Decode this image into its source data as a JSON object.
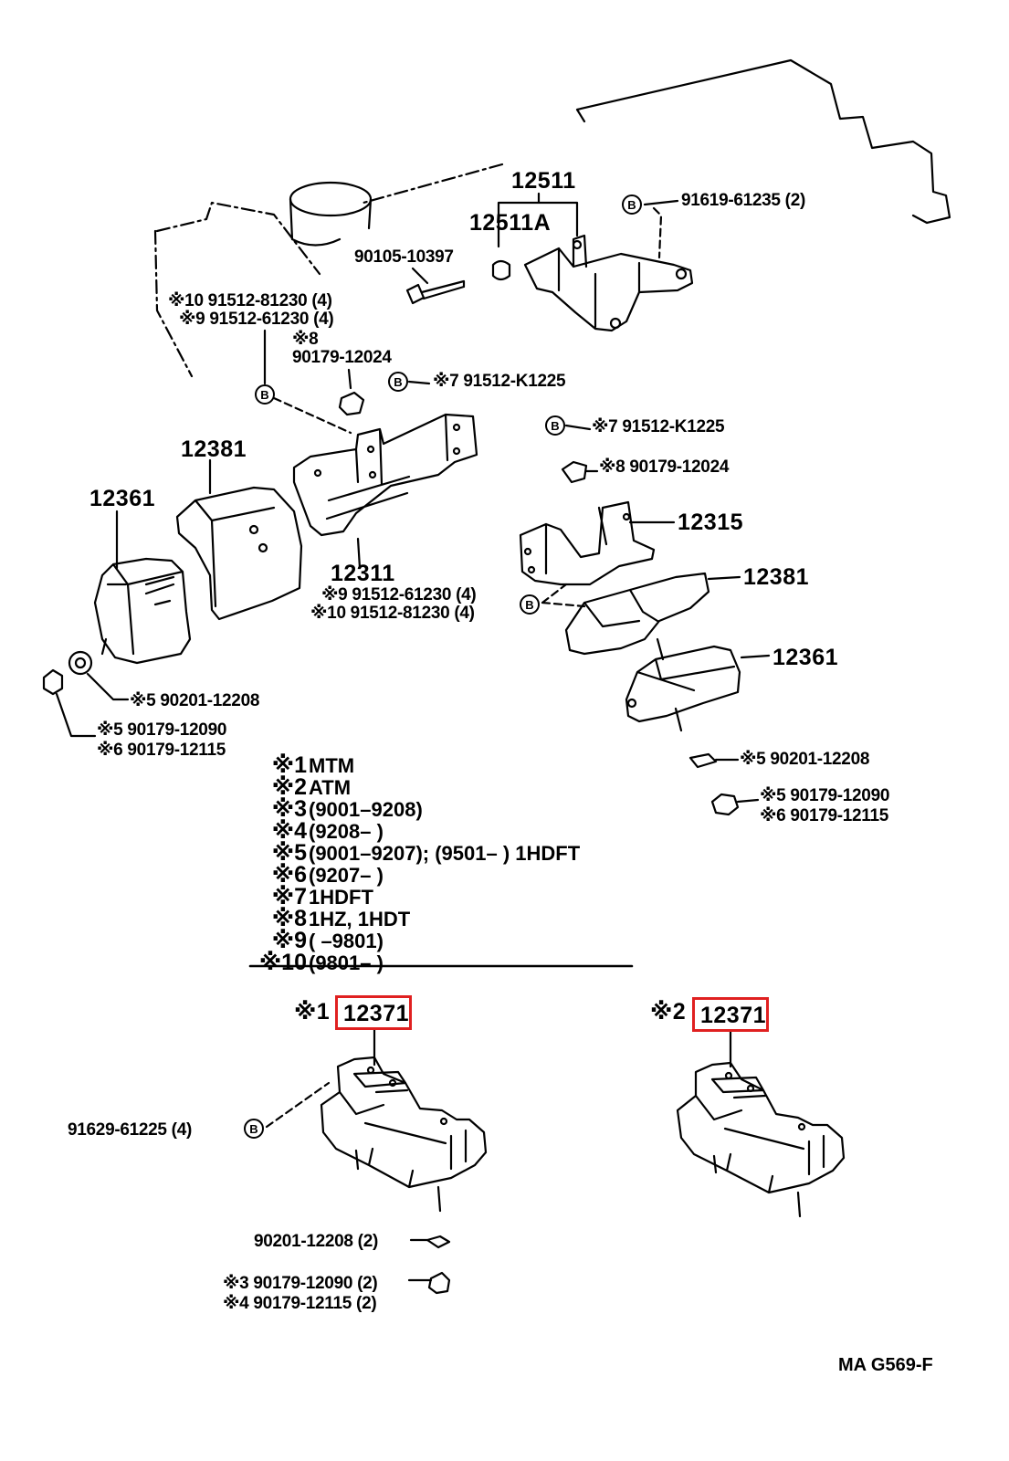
{
  "labels": {
    "p12511": "12511",
    "p12511a": "12511A",
    "p91619": "91619-61235 (2)",
    "p90105": "90105-10397",
    "p91512_81230_top": "※10 91512-81230 (4)",
    "p91512_61230_top": "※9 91512-61230 (4)",
    "p8_top": "※8",
    "p90179_12024_top": "90179-12024",
    "p7_top": "※7 91512-K1225",
    "p12381_left": "12381",
    "p12361_left": "12361",
    "p12311": "12311",
    "p91512_61230_mid": "※9 91512-61230 (4)",
    "p91512_81230_mid": "※10 91512-81230 (4)",
    "p90201_left": "※5 90201-12208",
    "p90179_12090_left": "※5 90179-12090",
    "p90179_12115_left": "※6 90179-12115",
    "p7_right": "※7 91512-K1225",
    "p8_right": "※8 90179-12024",
    "p12315": "12315",
    "p12381_right": "12381",
    "p12361_right": "12361",
    "p90201_right": "※5 90201-12208",
    "p90179_12090_right": "※5 90179-12090",
    "p90179_12115_right": "※6 90179-12115",
    "mark_1": "※1",
    "p12371_1": "12371",
    "mark_2": "※2",
    "p12371_2": "12371",
    "p91629": "91629-61225 (4)",
    "p90201_bottom": "90201-12208 (2)",
    "p90179_12090_bottom": "※3 90179-12090 (2)",
    "p90179_12115_bottom": "※4 90179-12115 (2)",
    "drawing_code": "MA G569-F",
    "circle_letter": "B"
  },
  "notes": [
    {
      "mark": "※1",
      "text": "MTM"
    },
    {
      "mark": "※2",
      "text": "ATM"
    },
    {
      "mark": "※3",
      "text": "(9001–9208)"
    },
    {
      "mark": "※4",
      "text": "(9208–        )"
    },
    {
      "mark": "※5",
      "text": "(9001–9207); (9501–         ) 1HDFT"
    },
    {
      "mark": "※6",
      "text": "(9207–        )"
    },
    {
      "mark": "※7",
      "text": "1HDFT"
    },
    {
      "mark": "※8",
      "text": "1HZ, 1HDT"
    },
    {
      "mark": "※9",
      "text": "(         –9801)"
    },
    {
      "mark": "※10",
      "text": "(9801–        )"
    }
  ],
  "colors": {
    "ink": "#000000",
    "highlight": "#e02020",
    "paper": "#ffffff"
  }
}
